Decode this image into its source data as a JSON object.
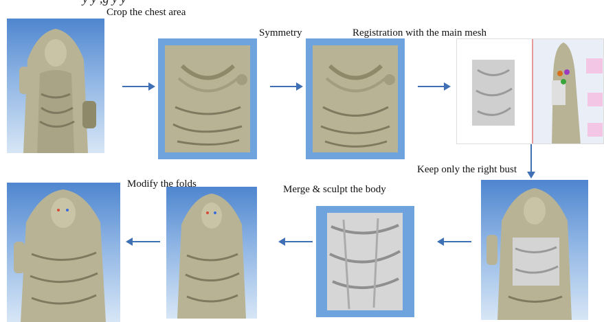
{
  "header_fragment": "y      y  ,g       y y",
  "steps": {
    "crop": "Crop the chest area",
    "symmetry": "Symmetry",
    "registration": "Registration with the main mesh",
    "keep": "Keep only the right bust",
    "merge": "Merge & sculpt the body",
    "modify": "Modify the folds"
  },
  "colors": {
    "statue": "#b8b394",
    "statue_shadow": "#7f7a5f",
    "background_blue": "#5b8fd4",
    "mesh_grey": "#d9d9d9",
    "arrow": "#3f6fb5"
  },
  "icons": [
    "arrow-right-icon",
    "arrow-down-icon",
    "arrow-left-icon"
  ]
}
